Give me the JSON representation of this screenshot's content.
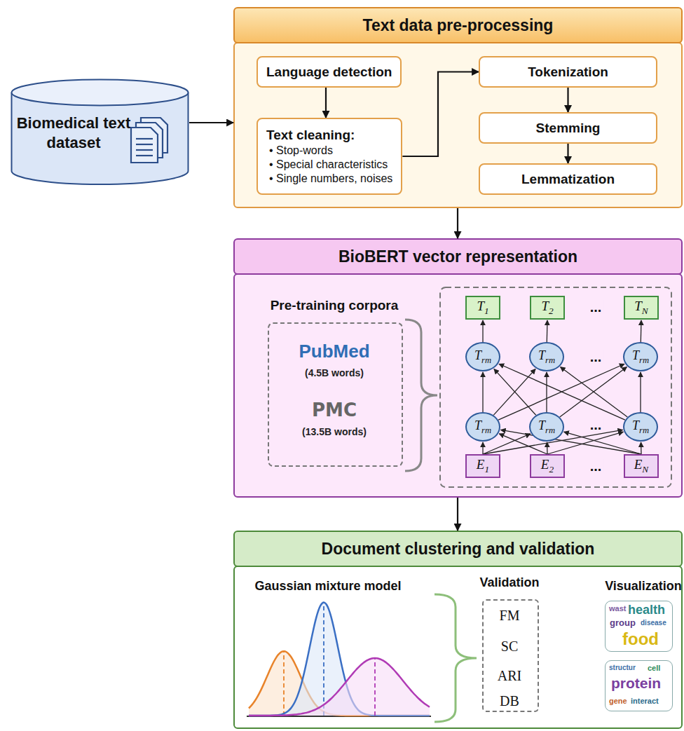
{
  "diagram": {
    "nodes": [
      {
        "text": [
          "Biomedical text dataset"
        ]
      },
      {
        "text": [
          "Text data pre-processing"
        ]
      },
      {
        "text": [
          "Language detection"
        ],
        "in": 1
      },
      {
        "text": [
          "Text cleaning:",
          "• Stop-words",
          "• Special characteristics",
          "• Single numbers, noises"
        ],
        "in": 1
      },
      {
        "text": [
          "Tokenization"
        ],
        "in": 1
      },
      {
        "text": [
          "Stemming"
        ],
        "in": 1
      },
      {
        "text": [
          "Lemmatization"
        ],
        "in": 1
      },
      {
        "text": [
          "BioBERT vector representation"
        ]
      },
      {
        "text": [
          "Pre-training corpora",
          "PubMed",
          "(4.5B words)",
          "PMC",
          "(13.5B words)"
        ],
        "in": 7
      },
      {
        "text": [
          "T1"
        ],
        "in": 7
      },
      {
        "text": [
          "T2"
        ],
        "in": 7
      },
      {
        "text": [
          "TN"
        ],
        "in": 7
      },
      {
        "text": [
          "Trm"
        ],
        "in": 7
      },
      {
        "text": [
          "Trm"
        ],
        "in": 7
      },
      {
        "text": [
          "Trm"
        ],
        "in": 7
      },
      {
        "text": [
          "Trm"
        ],
        "in": 7
      },
      {
        "text": [
          "Trm"
        ],
        "in": 7
      },
      {
        "text": [
          "Trm"
        ],
        "in": 7
      },
      {
        "text": [
          "E1"
        ],
        "in": 7
      },
      {
        "text": [
          "E2"
        ],
        "in": 7
      },
      {
        "text": [
          "EN"
        ],
        "in": 7
      },
      {
        "text": [
          "Document clustering and validation"
        ]
      },
      {
        "text": [
          "Validation",
          "FM",
          "SC",
          "ARI",
          "DB"
        ],
        "in": 21
      },
      {
        "text": [
          "wast",
          "health",
          "group",
          "disease",
          "food"
        ],
        "in": 21
      },
      {
        "text": [
          "structur",
          "cell",
          "protein",
          "gene",
          "interact"
        ],
        "in": 21
      }
    ],
    "edges": [
      {
        "from": 0,
        "to": 1,
        "arrow": "to"
      },
      {
        "from": 2,
        "to": 3,
        "arrow": "to"
      },
      {
        "from": 3,
        "to": 4,
        "arrow": "to"
      },
      {
        "from": 4,
        "to": 5,
        "arrow": "to"
      },
      {
        "from": 5,
        "to": 6,
        "arrow": "to"
      },
      {
        "from": 1,
        "to": 7,
        "arrow": "to"
      },
      {
        "from": 7,
        "to": 21,
        "arrow": "to"
      },
      {
        "from": 18,
        "to": 15,
        "arrow": "to"
      },
      {
        "from": 18,
        "to": 16,
        "arrow": "to"
      },
      {
        "from": 18,
        "to": 17,
        "arrow": "to"
      },
      {
        "from": 19,
        "to": 15,
        "arrow": "to"
      },
      {
        "from": 19,
        "to": 16,
        "arrow": "to"
      },
      {
        "from": 19,
        "to": 17,
        "arrow": "to"
      },
      {
        "from": 20,
        "to": 15,
        "arrow": "to"
      },
      {
        "from": 20,
        "to": 16,
        "arrow": "to"
      },
      {
        "from": 20,
        "to": 17,
        "arrow": "to"
      },
      {
        "from": 15,
        "to": 12,
        "arrow": "to"
      },
      {
        "from": 15,
        "to": 13,
        "arrow": "to"
      },
      {
        "from": 15,
        "to": 14,
        "arrow": "to"
      },
      {
        "from": 16,
        "to": 12,
        "arrow": "to"
      },
      {
        "from": 16,
        "to": 13,
        "arrow": "to"
      },
      {
        "from": 16,
        "to": 14,
        "arrow": "to"
      },
      {
        "from": 17,
        "to": 12,
        "arrow": "to"
      },
      {
        "from": 17,
        "to": 13,
        "arrow": "to"
      },
      {
        "from": 17,
        "to": 14,
        "arrow": "to"
      },
      {
        "from": 12,
        "to": 9,
        "arrow": "to"
      },
      {
        "from": 13,
        "to": 10,
        "arrow": "to"
      },
      {
        "from": 14,
        "to": 11,
        "arrow": "to"
      }
    ],
    "labels": [
      "...",
      "...",
      "...",
      "...",
      "Gaussian mixture model",
      "Visualization"
    ]
  }
}
